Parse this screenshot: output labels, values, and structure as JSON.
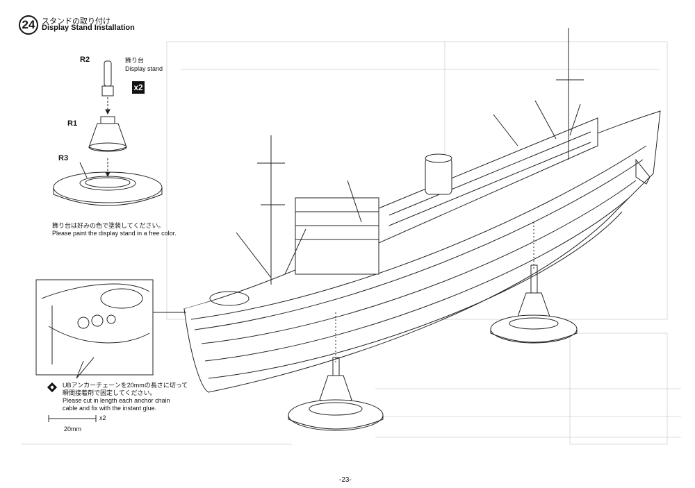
{
  "step": {
    "number": "24",
    "title_jp": "スタンドの取り付け",
    "title_en": "Display Stand Installation"
  },
  "parts": {
    "r2": "R2",
    "r1": "R1",
    "r3": "R3",
    "stand_jp": "飾り台",
    "stand_en": "Display stand",
    "quantity": "x2"
  },
  "paint_note": {
    "jp": "飾り台は好みの色で塗装してください。",
    "en": "Please paint the display stand in a free color."
  },
  "chain_note": {
    "jp_line1": "UBアンカーチェーンを20mmの長さに切って",
    "jp_line2": "瞬間接着剤で固定してください。",
    "en_line1": "Please cut in length each anchor chain",
    "en_line2": "cable and fix with the instant glue.",
    "length": "20mm",
    "count": "x2",
    "icon": "diamond-warning-icon"
  },
  "footer": {
    "page": "-23-"
  }
}
